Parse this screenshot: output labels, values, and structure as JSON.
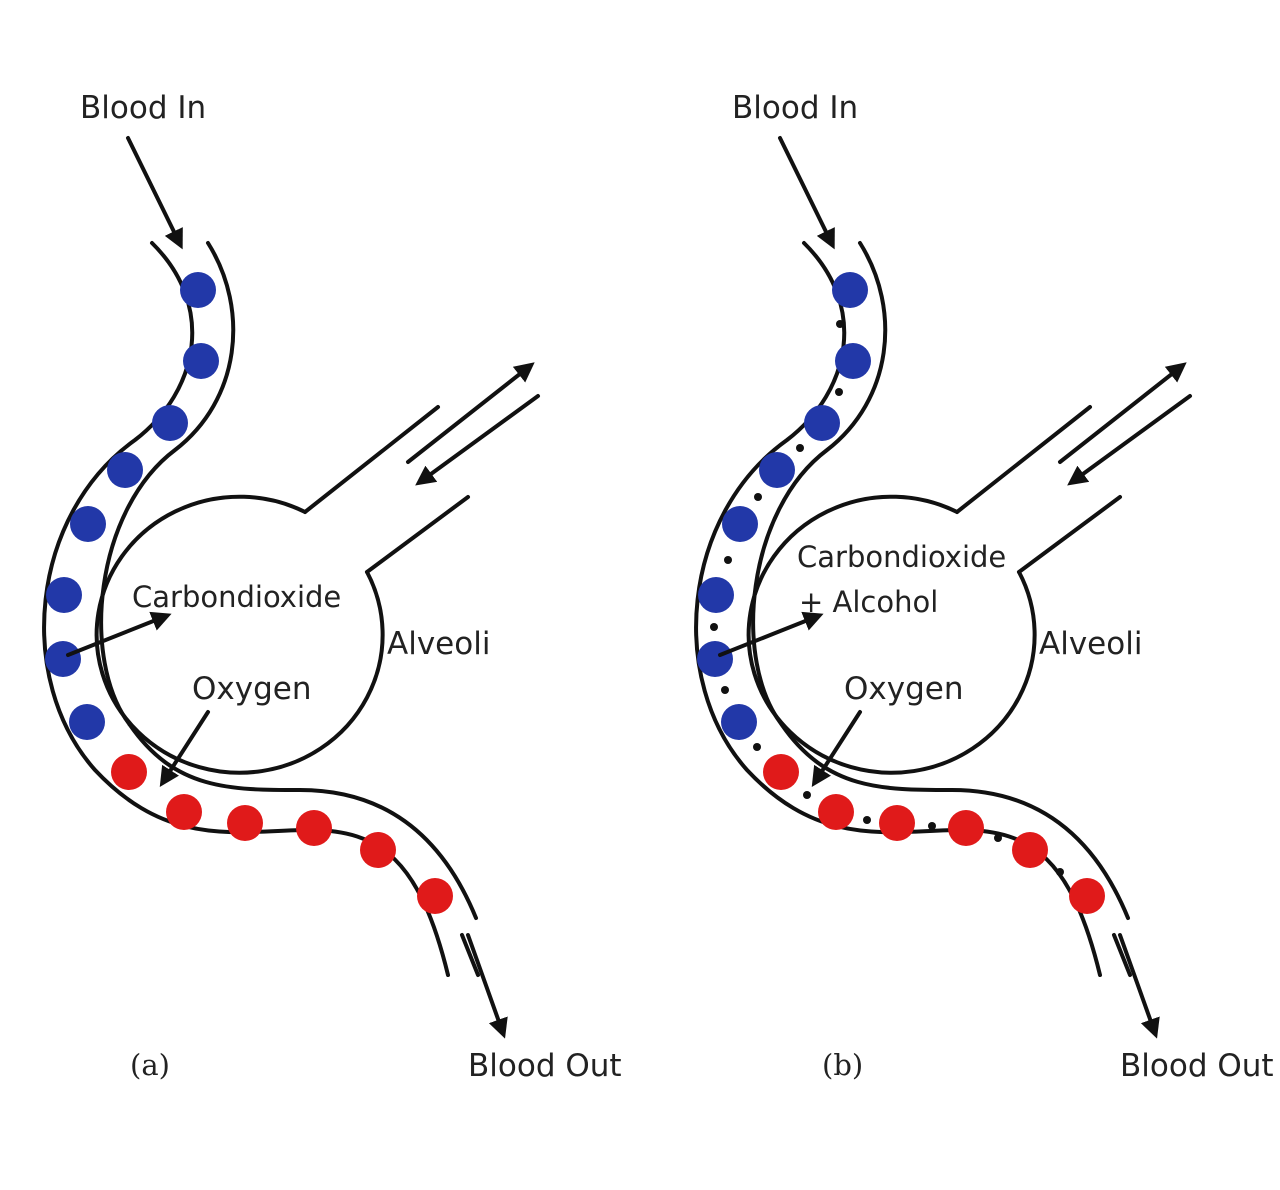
{
  "panels": [
    {
      "caption": "(a)",
      "blood_in": "Blood In",
      "blood_out": "Blood Out",
      "alveoli": "Alveoli",
      "co2_line1": "Carbondioxide",
      "co2_line2": "",
      "oxygen": "Oxygen",
      "shows_alcohol_dots": false
    },
    {
      "caption": "(b)",
      "blood_in": "Blood In",
      "blood_out": "Blood Out",
      "alveoli": "Alveoli",
      "co2_line1": "Carbondioxide",
      "co2_line2": "+ Alcohol",
      "oxygen": "Oxygen",
      "shows_alcohol_dots": true
    }
  ],
  "colors": {
    "deoxygenated_cell": "#2238a8",
    "oxygenated_cell": "#e01a1a",
    "outline": "#111111"
  }
}
